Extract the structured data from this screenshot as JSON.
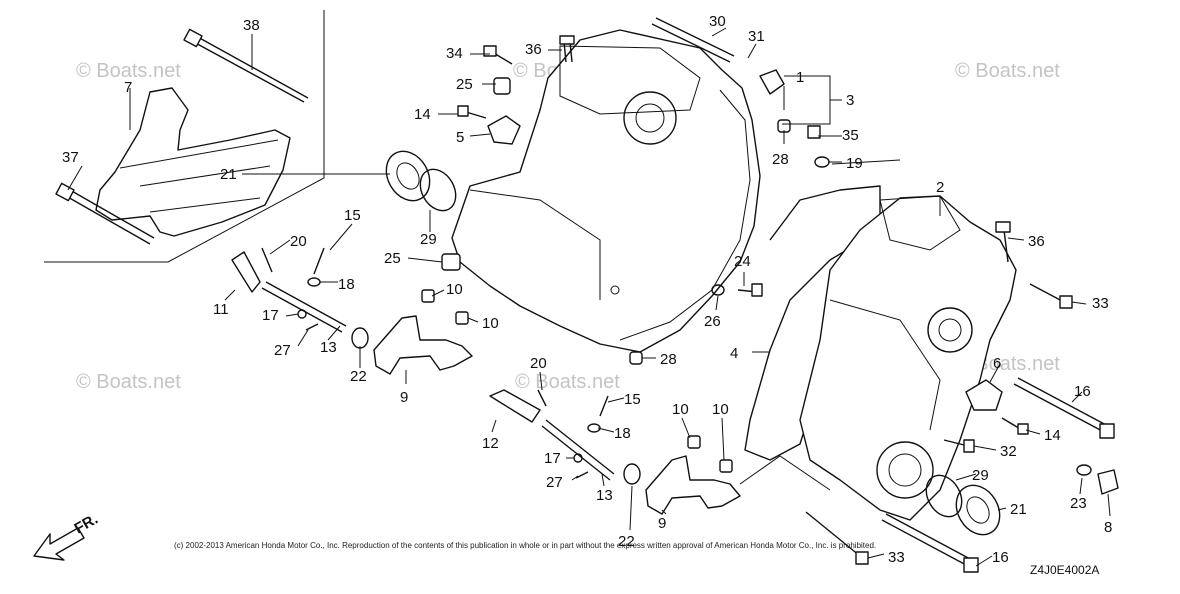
{
  "watermark": "© Boats.net",
  "copyright": "(c) 2002-2013 American Honda Motor Co., Inc. Reproduction of the contents of this publication in whole or in part without the express written approval of American Honda Motor Co., Inc. is prohibited.",
  "diagram_code": "Z4J0E4002A",
  "direction_label": "FR.",
  "callouts": {
    "c1": "1",
    "c2": "2",
    "c3": "3",
    "c4": "4",
    "c5": "5",
    "c6": "6",
    "c8": "8",
    "c9a": "9",
    "c9b": "9",
    "c10a": "10",
    "c10b": "10",
    "c10c": "10",
    "c10d": "10",
    "c11": "11",
    "c12": "12",
    "c13a": "13",
    "c13b": "13",
    "c14a": "14",
    "c14b": "14",
    "c15a": "15",
    "c15b": "15",
    "c16a": "16",
    "c16b": "16",
    "c17a": "17",
    "c17b": "17",
    "c18a": "18",
    "c18b": "18",
    "c19": "19",
    "c20a": "20",
    "c20b": "20",
    "c21a": "21",
    "c21b": "21",
    "c22a": "22",
    "c22b": "22",
    "c23": "23",
    "c24": "24",
    "c25a": "25",
    "c25b": "25",
    "c26": "26",
    "c27a": "27",
    "c27b": "27",
    "c28a": "28",
    "c28b": "28",
    "c29a": "29",
    "c29b": "29",
    "c30": "30",
    "c31": "31",
    "c32": "32",
    "c33a": "33",
    "c33b": "33",
    "c34": "34",
    "c35": "35",
    "c36a": "36",
    "c36b": "36",
    "c37": "37",
    "c38": "38"
  }
}
